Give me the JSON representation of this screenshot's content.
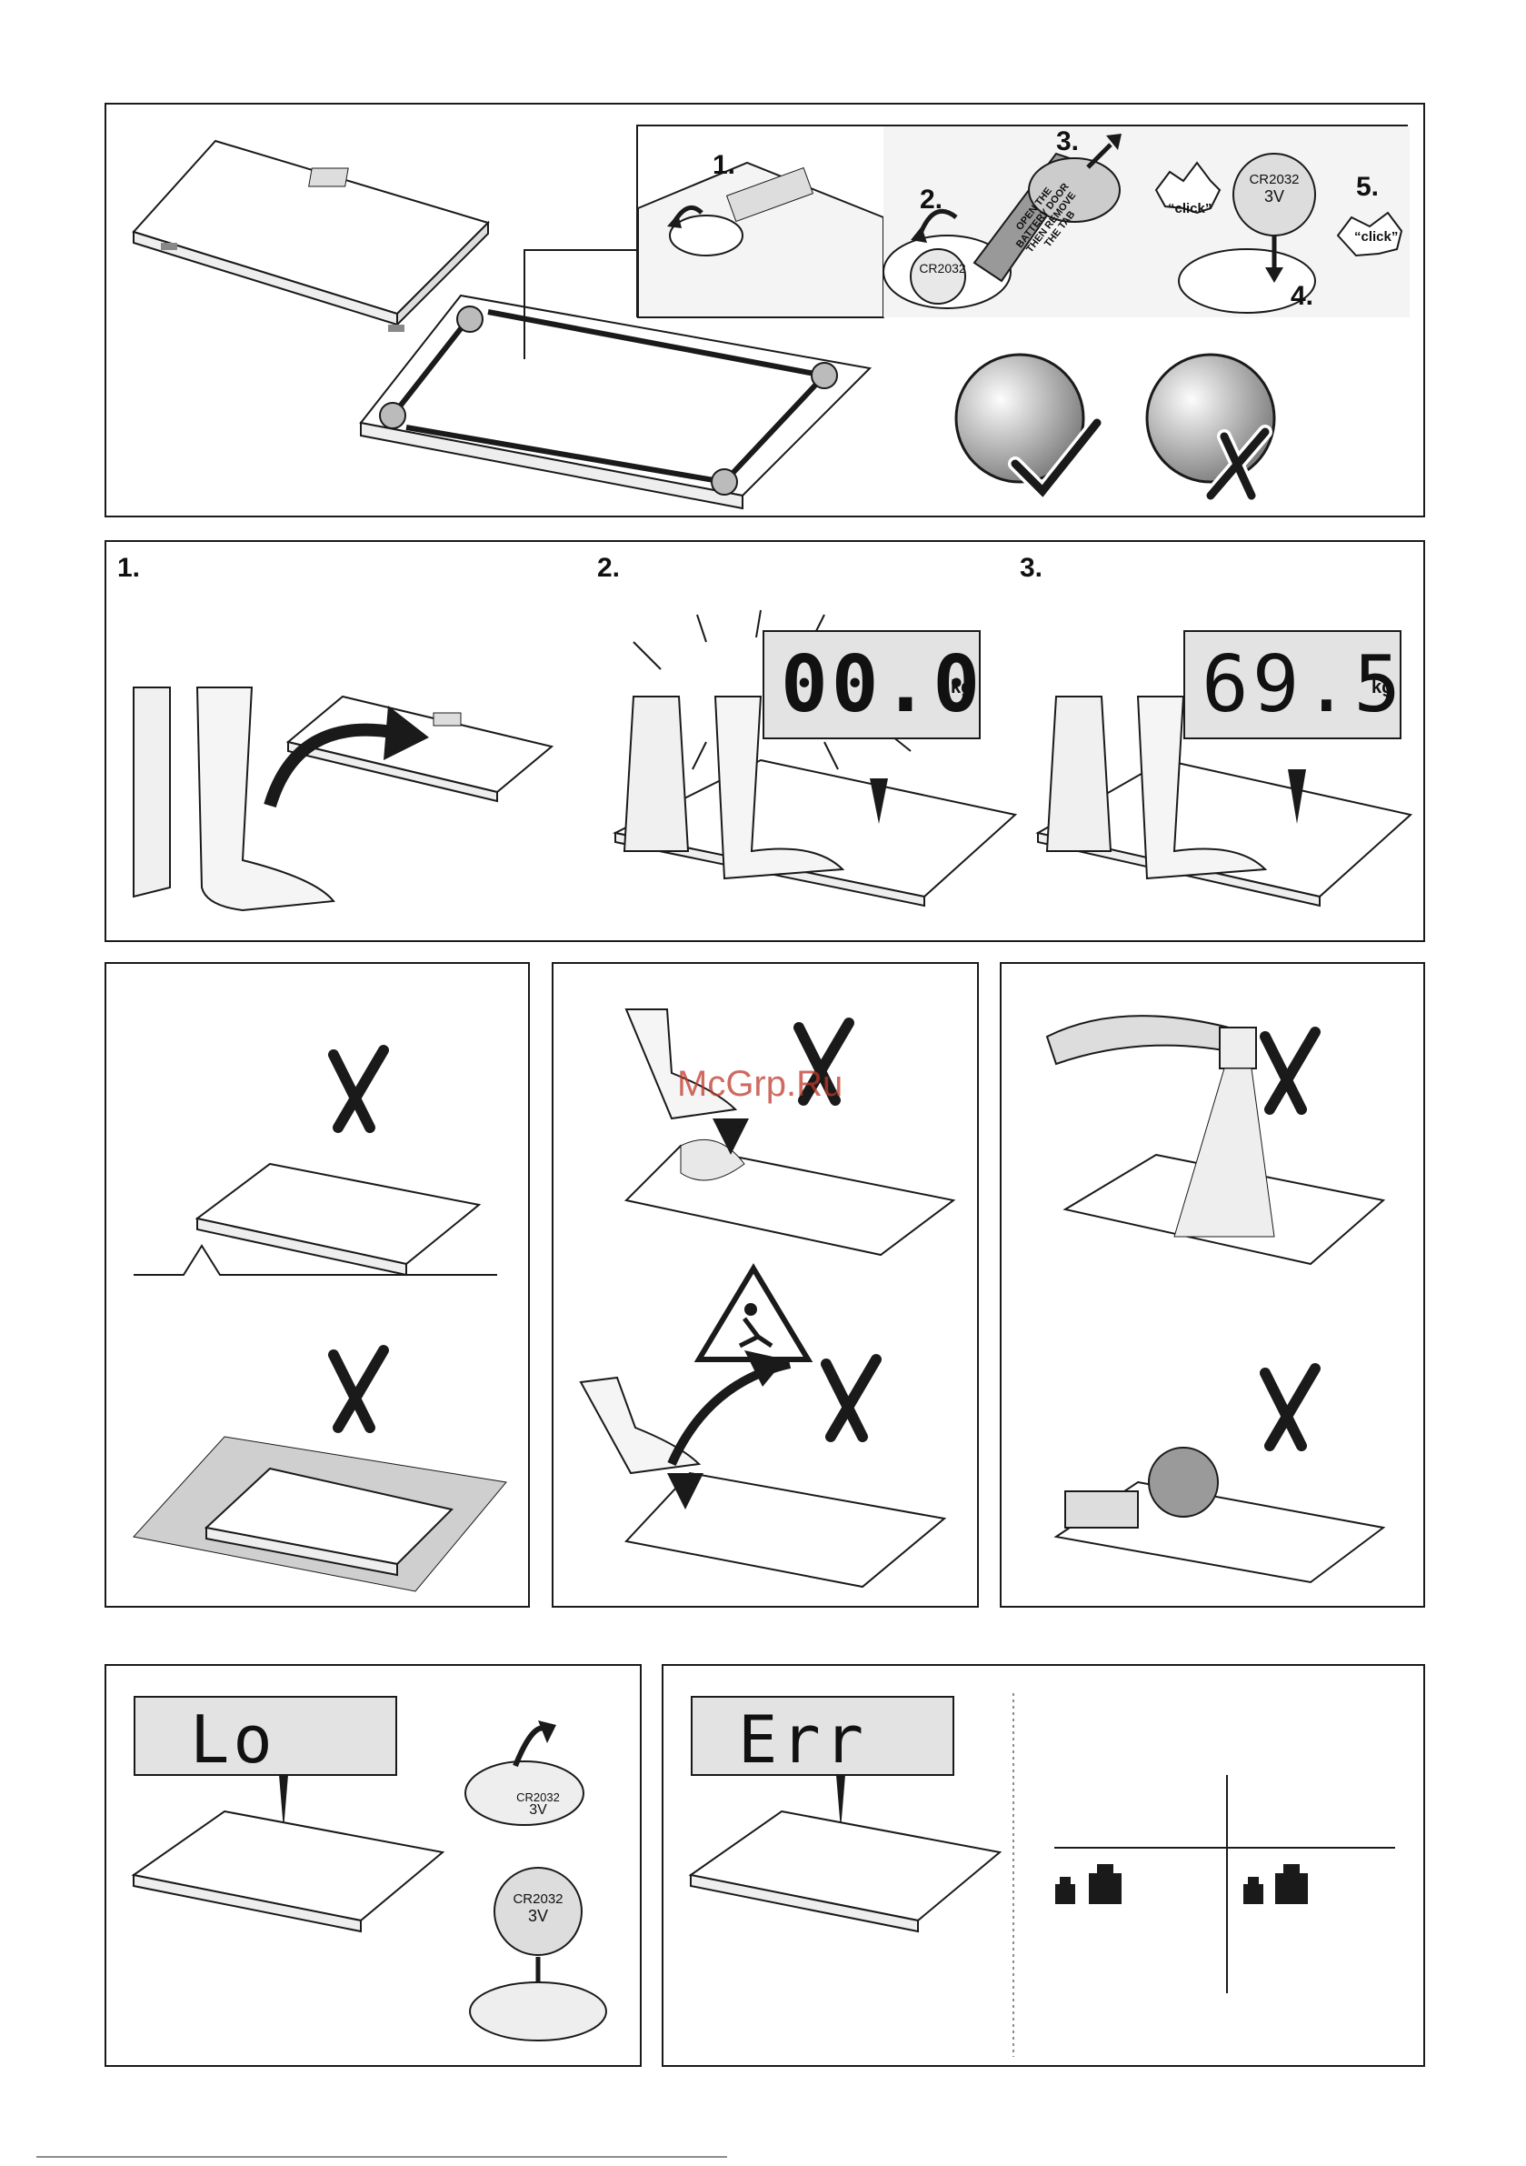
{
  "watermark": "McGrp.Ru",
  "battery_panel": {
    "steps": [
      "1.",
      "2.",
      "3.",
      "4.",
      "5."
    ],
    "tab_text": [
      "OPEN THE",
      "BATTERY DOOR",
      "THEN REMOVE",
      "THE TAB"
    ],
    "battery_model": "CR2032",
    "battery_voltage": "3V",
    "click_labels": [
      "“click”",
      "“click”"
    ]
  },
  "weigh_panel": {
    "steps": [
      "1.",
      "2.",
      "3."
    ],
    "display_zero": "00.0",
    "display_weight": "69.5",
    "unit": "kg"
  },
  "error_panels": {
    "low_battery_display": "Lo",
    "error_display": "Err",
    "battery_model": "CR2032",
    "battery_voltage": "3V"
  },
  "icons": [
    "check-icon",
    "cross-icon",
    "slippery-warning-icon",
    "weight-icon"
  ],
  "colors": {
    "line": "#1a1a1a",
    "lcd": "#e3e3e3",
    "watermark": "#c0392b"
  }
}
